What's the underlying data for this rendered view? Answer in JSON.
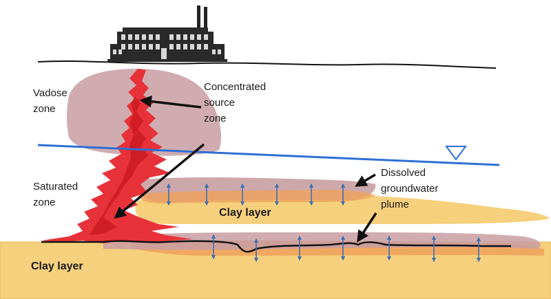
{
  "labels": {
    "vadose_1": "Vadose",
    "vadose_2": "zone",
    "saturated_1": "Saturated",
    "saturated_2": "zone",
    "source_1": "Concentrated",
    "source_2": "source",
    "source_3": "zone",
    "dissolved_1": "Dissolved",
    "dissolved_2": "groundwater",
    "dissolved_3": "plume",
    "clay_upper": "Clay layer",
    "clay_lower": "Clay layer"
  },
  "colors": {
    "clay": "#f6d07c",
    "clay_edge": "#ecae5a",
    "plume_halo": "#c89ea2",
    "source_red": "#e8323a",
    "water_table": "#2d6fd6",
    "flux_arrow": "#3f6fb0",
    "ground_line": "#111111"
  },
  "icons": {
    "factory": "factory-icon",
    "water_table_marker": "water-table-triangle-icon"
  }
}
